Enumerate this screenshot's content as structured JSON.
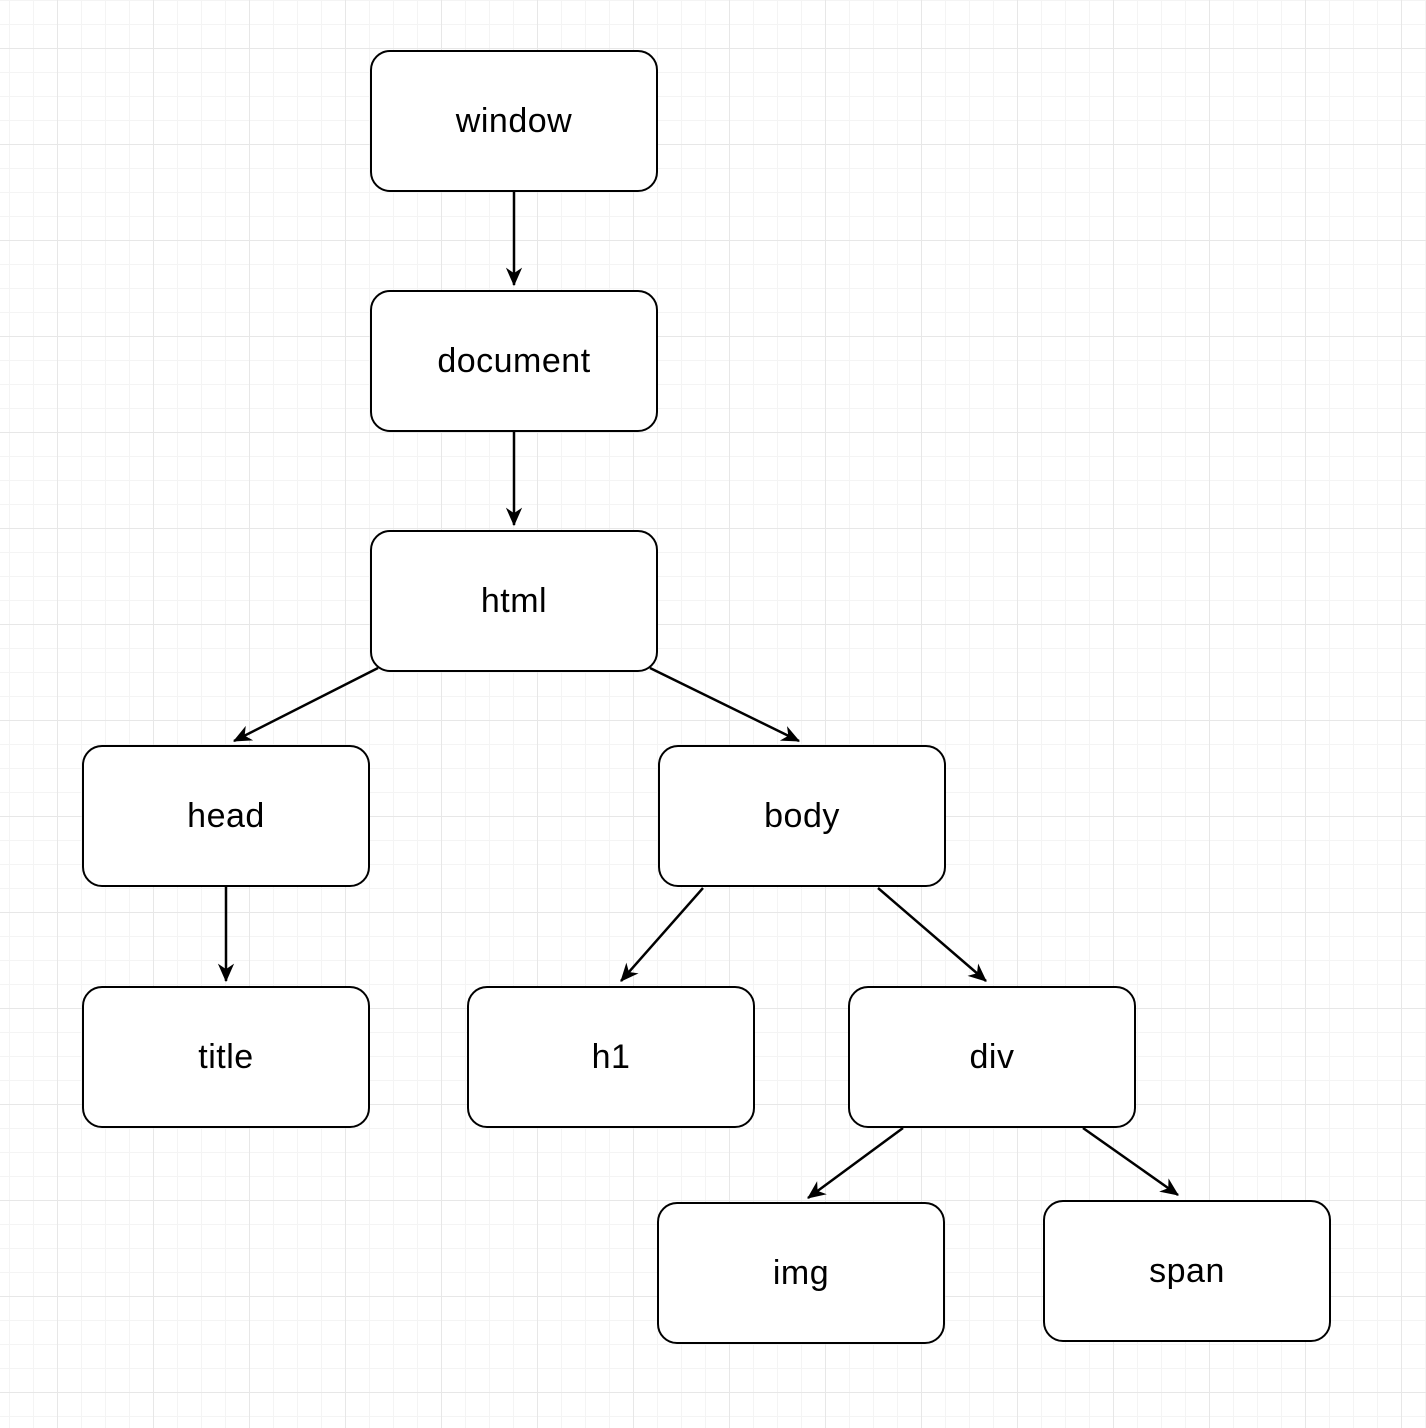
{
  "diagram": {
    "type": "tree",
    "nodes": [
      {
        "id": "window",
        "label": "window"
      },
      {
        "id": "document",
        "label": "document"
      },
      {
        "id": "html",
        "label": "html"
      },
      {
        "id": "head",
        "label": "head"
      },
      {
        "id": "body",
        "label": "body"
      },
      {
        "id": "title",
        "label": "title"
      },
      {
        "id": "h1",
        "label": "h1"
      },
      {
        "id": "div",
        "label": "div"
      },
      {
        "id": "img",
        "label": "img"
      },
      {
        "id": "span",
        "label": "span"
      }
    ],
    "edges": [
      {
        "from": "window",
        "to": "document"
      },
      {
        "from": "document",
        "to": "html"
      },
      {
        "from": "html",
        "to": "head"
      },
      {
        "from": "html",
        "to": "body"
      },
      {
        "from": "head",
        "to": "title"
      },
      {
        "from": "body",
        "to": "h1"
      },
      {
        "from": "body",
        "to": "div"
      },
      {
        "from": "div",
        "to": "img"
      },
      {
        "from": "div",
        "to": "span"
      }
    ],
    "colors": {
      "node_fill": "#ffffff",
      "node_stroke": "#000000",
      "edge_stroke": "#000000",
      "text": "#000000",
      "grid_minor": "#f4f4f4",
      "grid_major": "#e7e7e7",
      "canvas_background": "#ffffff"
    }
  }
}
